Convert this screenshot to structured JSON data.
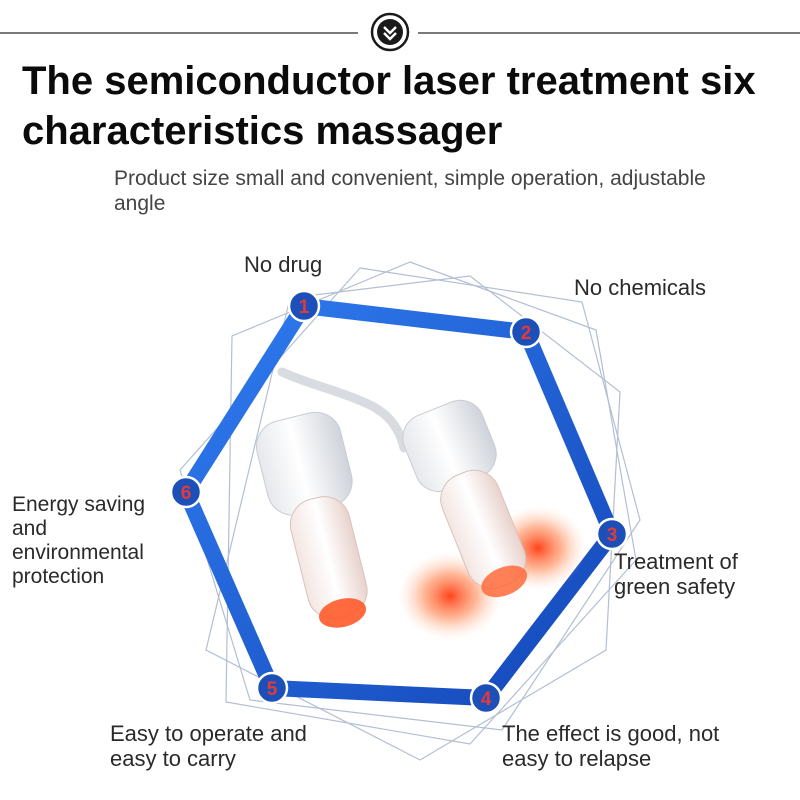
{
  "header": {
    "title": "The semiconductor laser treatment six characteristics massager",
    "subtitle": "Product size small and convenient, simple operation, adjustable angle",
    "badge_icon": "double-chevron-down-icon"
  },
  "features": [
    {
      "number": "1",
      "label": "No drug"
    },
    {
      "number": "2",
      "label": "No chemicals"
    },
    {
      "number": "3",
      "label": "Treatment of green safety"
    },
    {
      "number": "4",
      "label": "The effect is good, not easy to relapse"
    },
    {
      "number": "5",
      "label": "Easy to operate and easy to carry"
    },
    {
      "number": "6",
      "label": "Energy saving and environmental protection"
    }
  ],
  "product_image": "laser-massager-tubes",
  "colors": {
    "hexagon": "#1f63d6",
    "node_fill": "#1d4fb8",
    "node_text": "#e13a3a",
    "glow": "#ff5a2a"
  }
}
